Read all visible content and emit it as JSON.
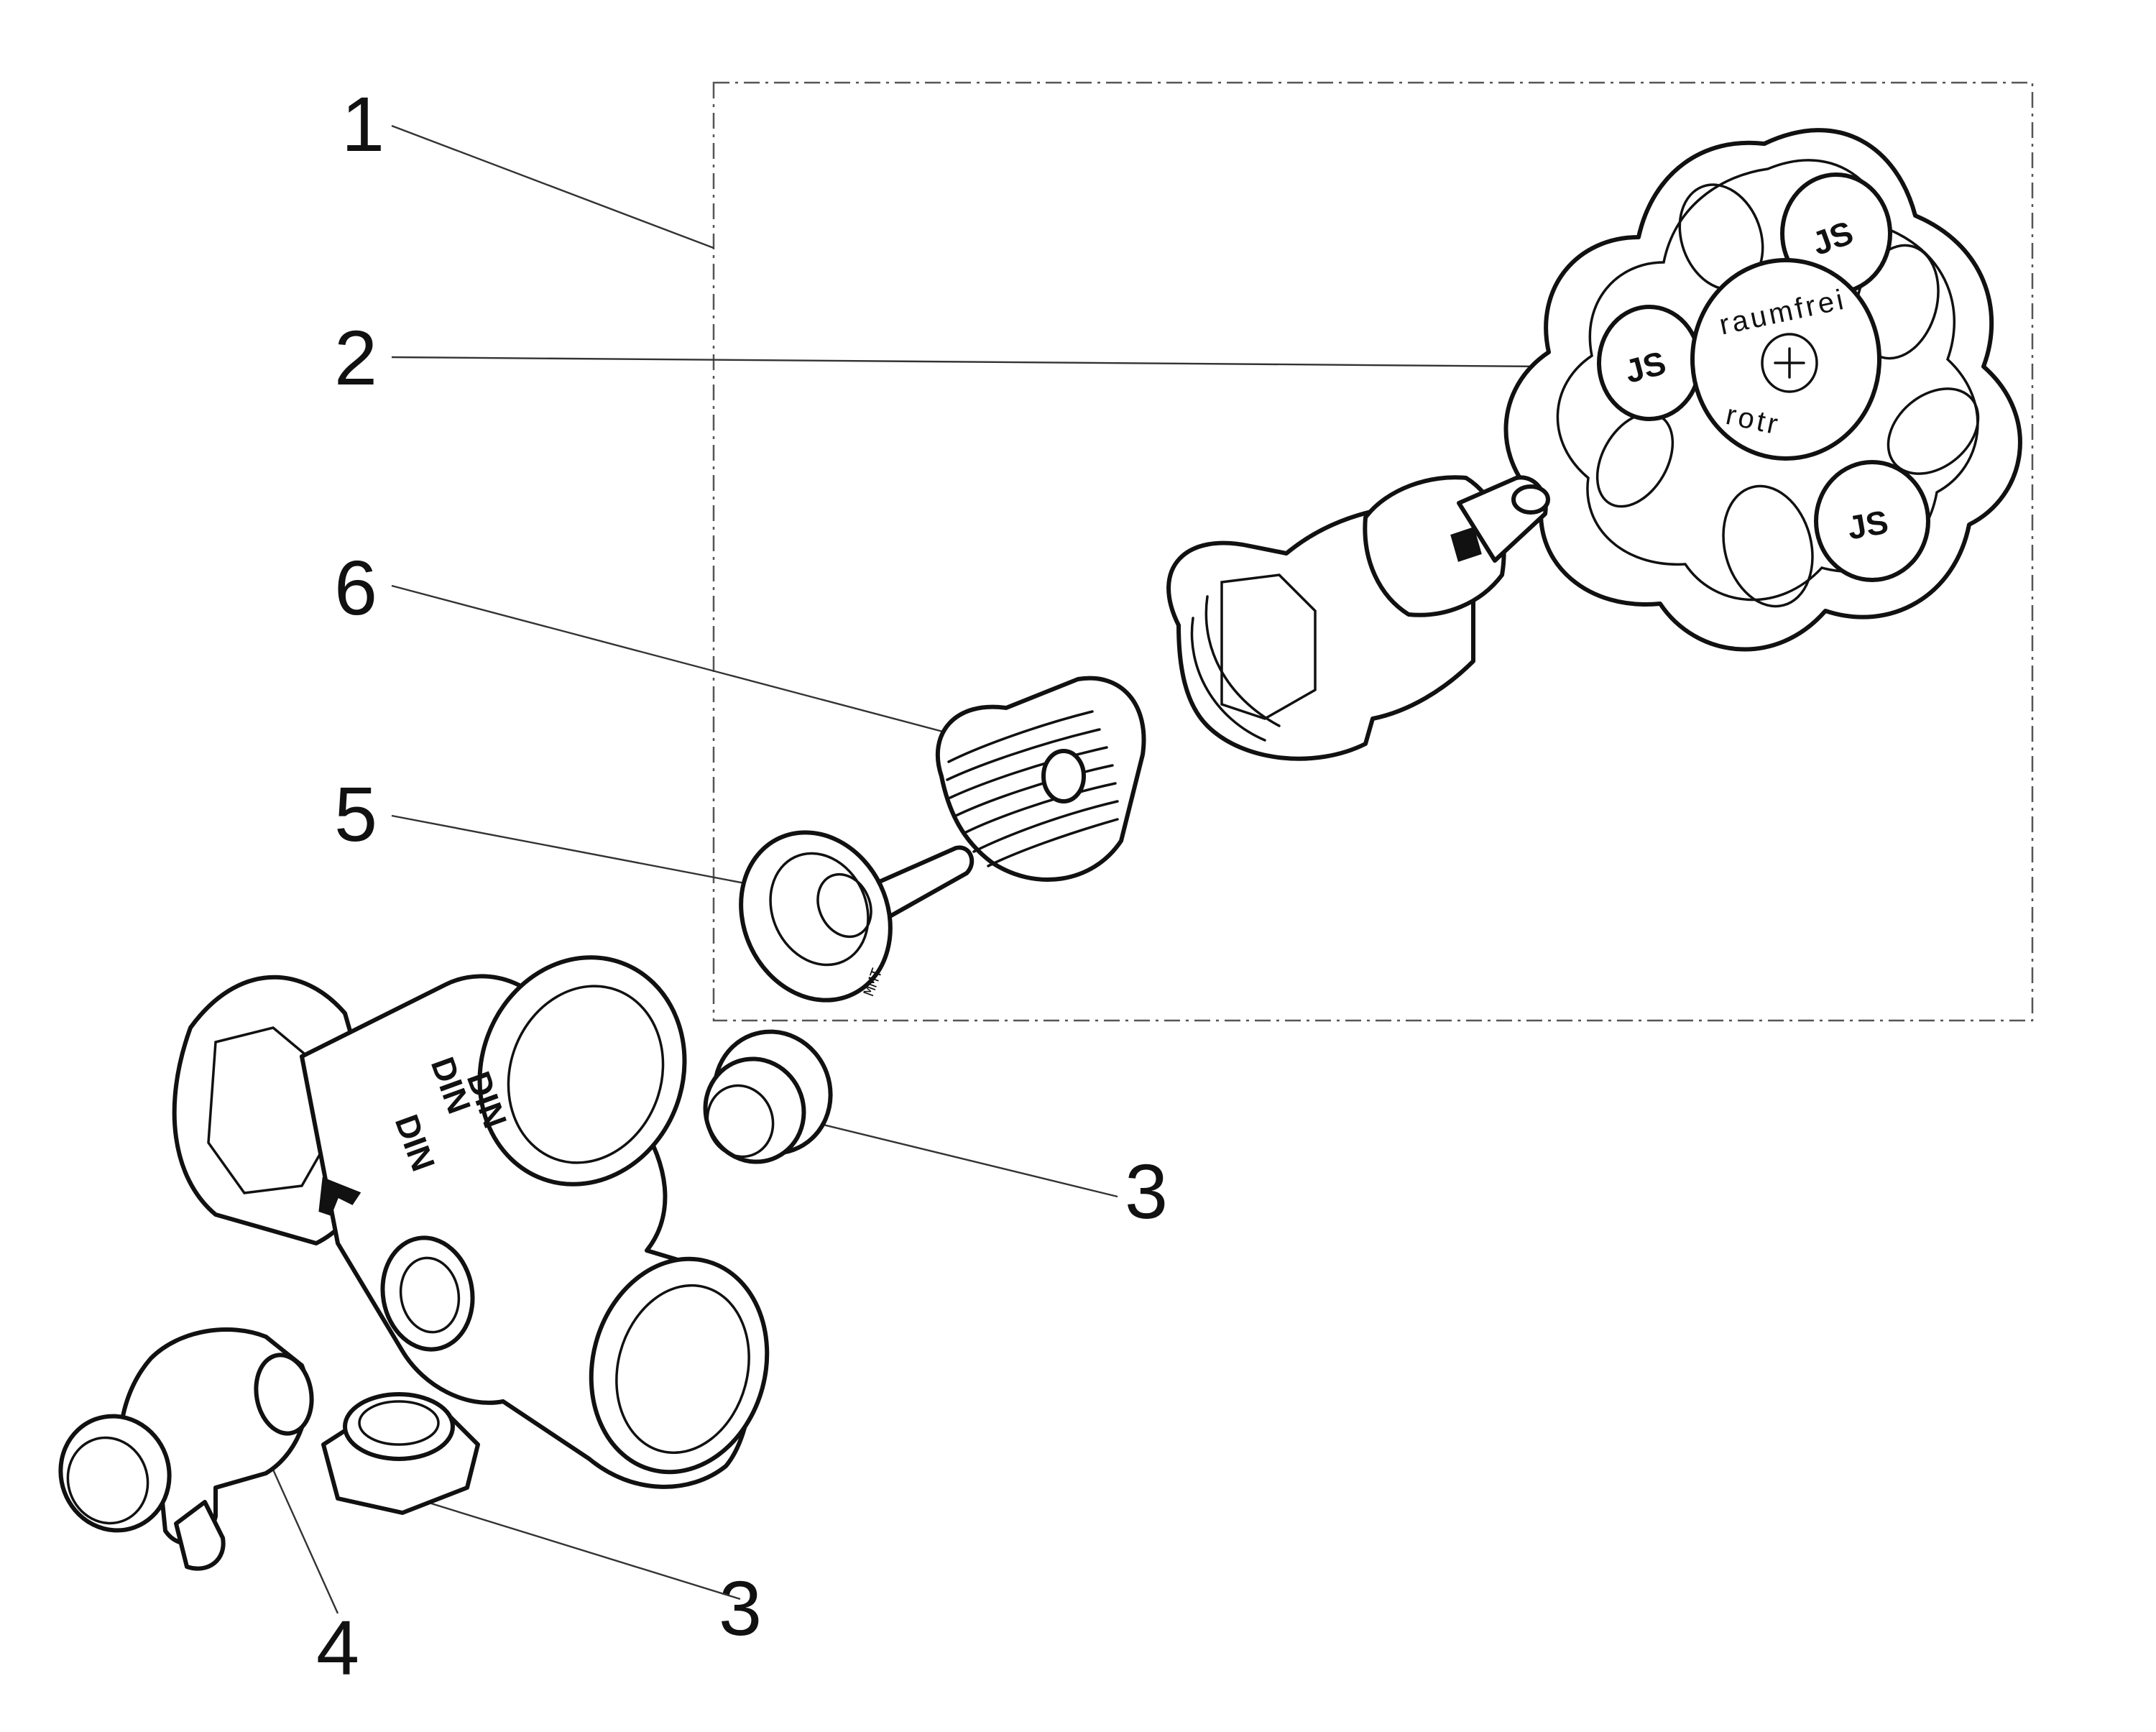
{
  "callouts": [
    {
      "id": "1",
      "label": "1"
    },
    {
      "id": "2",
      "label": "2"
    },
    {
      "id": "6",
      "label": "6"
    },
    {
      "id": "5",
      "label": "5"
    },
    {
      "id": "3a",
      "label": "3"
    },
    {
      "id": "3b",
      "label": "3"
    },
    {
      "id": "4",
      "label": "4"
    }
  ],
  "handwheel": {
    "center_text": "raumfrei",
    "lower_text": "rotr",
    "logo": "JS"
  },
  "valve_body": {
    "markings": [
      "DIN",
      "DIN",
      "DIN"
    ]
  },
  "disc_marking": "MMT"
}
